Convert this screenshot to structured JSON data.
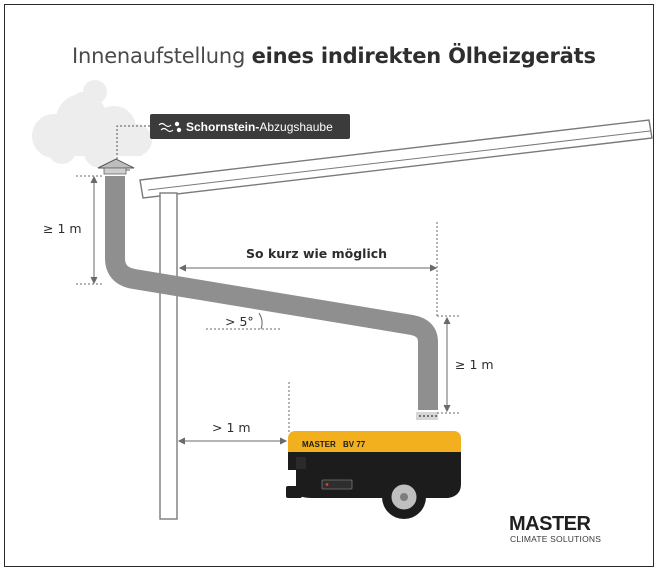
{
  "title": {
    "normal": "Innenaufstellung ",
    "bold": "eines indirekten Ölheizgeräts"
  },
  "chimney_label": {
    "bold": "Schornstein-",
    "normal": "Abzugshaube"
  },
  "labels": {
    "min_height_top": "≥ 1 m",
    "horizontal_run": "So kurz wie möglich",
    "angle": "> 5°",
    "min_height_heater": "≥ 1 m",
    "wall_distance": "> 1 m"
  },
  "heater": {
    "brand": "MASTER",
    "model": "BV 77"
  },
  "logo": {
    "brand": "MASTER",
    "tagline": "CLIMATE SOLUTIONS"
  },
  "colors": {
    "duct": "#8f8f8f",
    "heater_yellow": "#f2b01e",
    "heater_body": "#1c1c1c",
    "label_bg": "#3b3b3b"
  }
}
